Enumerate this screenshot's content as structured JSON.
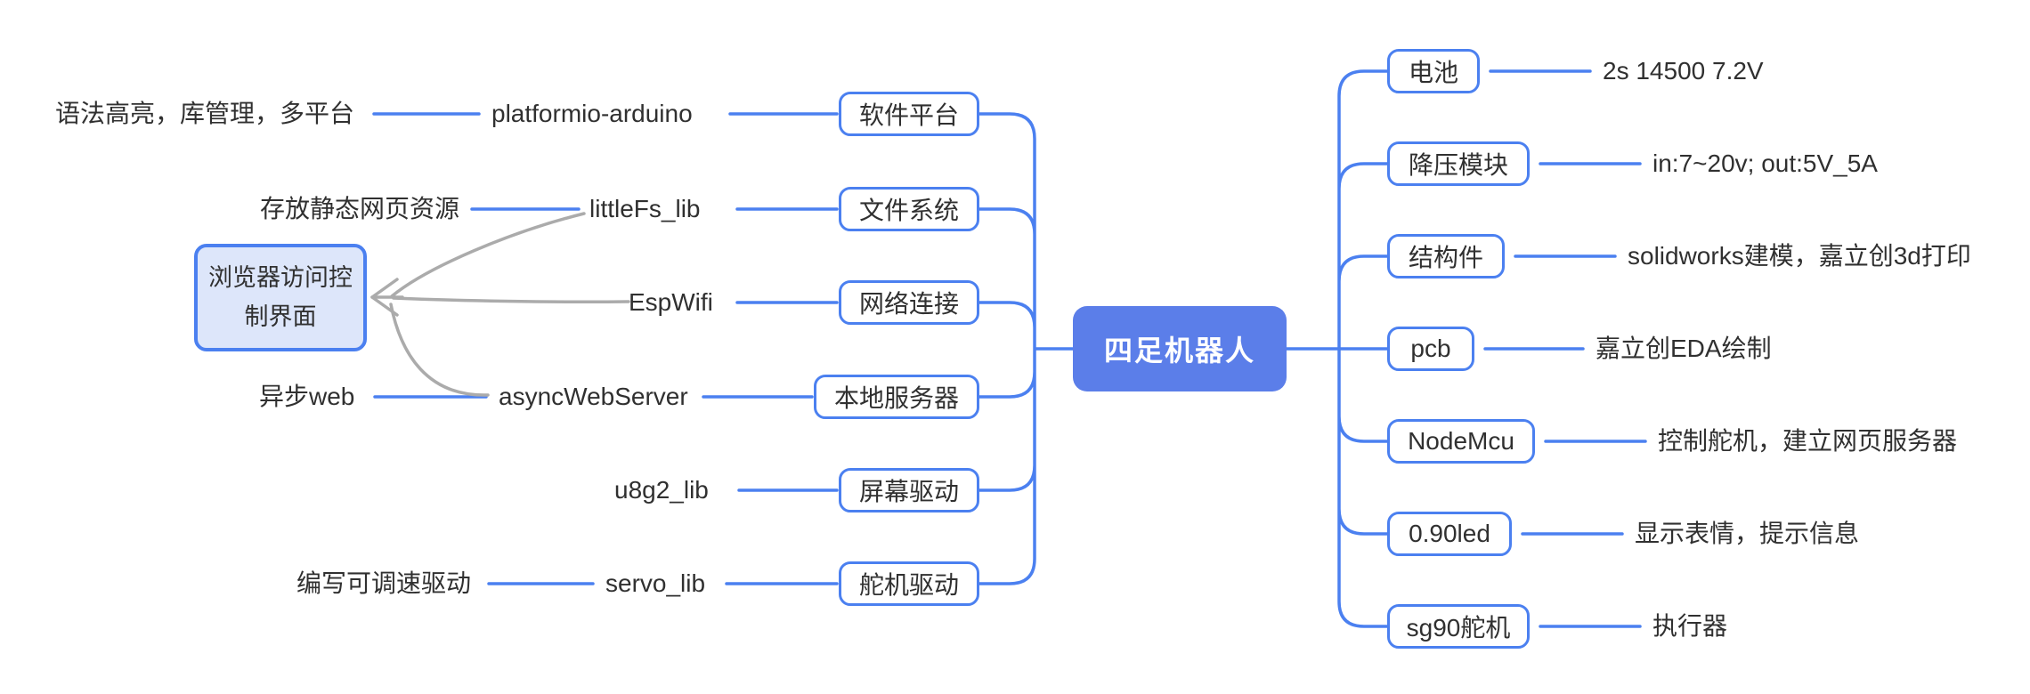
{
  "colors": {
    "accent_blue": "#4b80f0",
    "root_fill": "#5b7ee9",
    "note_fill": "#dde6fa",
    "reference_gray": "#ababab",
    "text": "#303030",
    "background": "#ffffff"
  },
  "mindmap": {
    "root": "四足机器人",
    "floating_note": "浏览器访问控制界面",
    "left_branches": [
      {
        "topic": "软件平台",
        "lib": "platformio-arduino",
        "note": "语法高亮，库管理，多平台"
      },
      {
        "topic": "文件系统",
        "lib": "littleFs_lib",
        "note": "存放静态网页资源"
      },
      {
        "topic": "网络连接",
        "lib": "EspWifi"
      },
      {
        "topic": "本地服务器",
        "lib": "asyncWebServer",
        "note": "异步web"
      },
      {
        "topic": "屏幕驱动",
        "lib": "u8g2_lib"
      },
      {
        "topic": "舵机驱动",
        "lib": "servo_lib",
        "note": "编写可调速驱动"
      }
    ],
    "right_branches": [
      {
        "topic": "电池",
        "detail": "2s 14500 7.2V"
      },
      {
        "topic": "降压模块",
        "detail": "in:7~20v; out:5V_5A"
      },
      {
        "topic": "结构件",
        "detail": "solidworks建模，嘉立创3d打印"
      },
      {
        "topic": "pcb",
        "detail": "嘉立创EDA绘制"
      },
      {
        "topic": "NodeMcu",
        "detail": "控制舵机，建立网页服务器"
      },
      {
        "topic": "0.90led",
        "detail": "显示表情，提示信息"
      },
      {
        "topic": "sg90舵机",
        "detail": "执行器"
      }
    ]
  }
}
